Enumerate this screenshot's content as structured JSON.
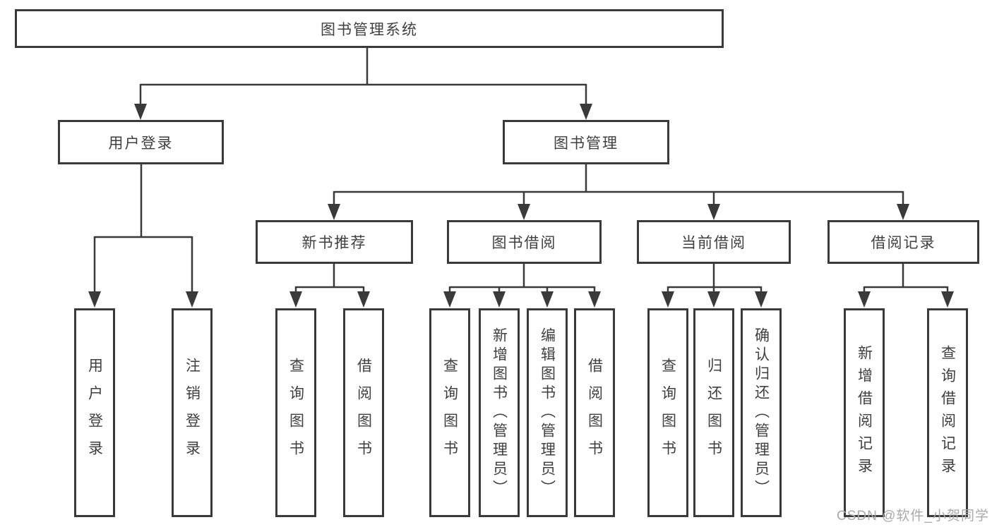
{
  "tree": {
    "root": {
      "label": "图书管理系统",
      "children": [
        {
          "label": "用户登录",
          "children": [
            {
              "label": "用户登录"
            },
            {
              "label": "注销登录"
            }
          ]
        },
        {
          "label": "图书管理",
          "children": [
            {
              "label": "新书推荐",
              "children": [
                {
                  "label": "查询图书"
                },
                {
                  "label": "借阅图书"
                }
              ]
            },
            {
              "label": "图书借阅",
              "children": [
                {
                  "label": "查询图书"
                },
                {
                  "label": "新增图书（管理员）"
                },
                {
                  "label": "编辑图书（管理员）"
                },
                {
                  "label": "借阅图书"
                }
              ]
            },
            {
              "label": "当前借阅",
              "children": [
                {
                  "label": "查询图书"
                },
                {
                  "label": "归还图书"
                },
                {
                  "label": "确认归还（管理员）"
                }
              ]
            },
            {
              "label": "借阅记录",
              "children": [
                {
                  "label": "新增借阅记录"
                },
                {
                  "label": "查询借阅记录"
                }
              ]
            }
          ]
        }
      ]
    }
  },
  "watermark": "CSDN @软件_小贺同学",
  "colors": {
    "line": "#3a3a3a",
    "box_border": "#3a3a3a",
    "text": "#3f3f3f",
    "background": "#ffffff",
    "watermark": "#aaaaaa"
  }
}
